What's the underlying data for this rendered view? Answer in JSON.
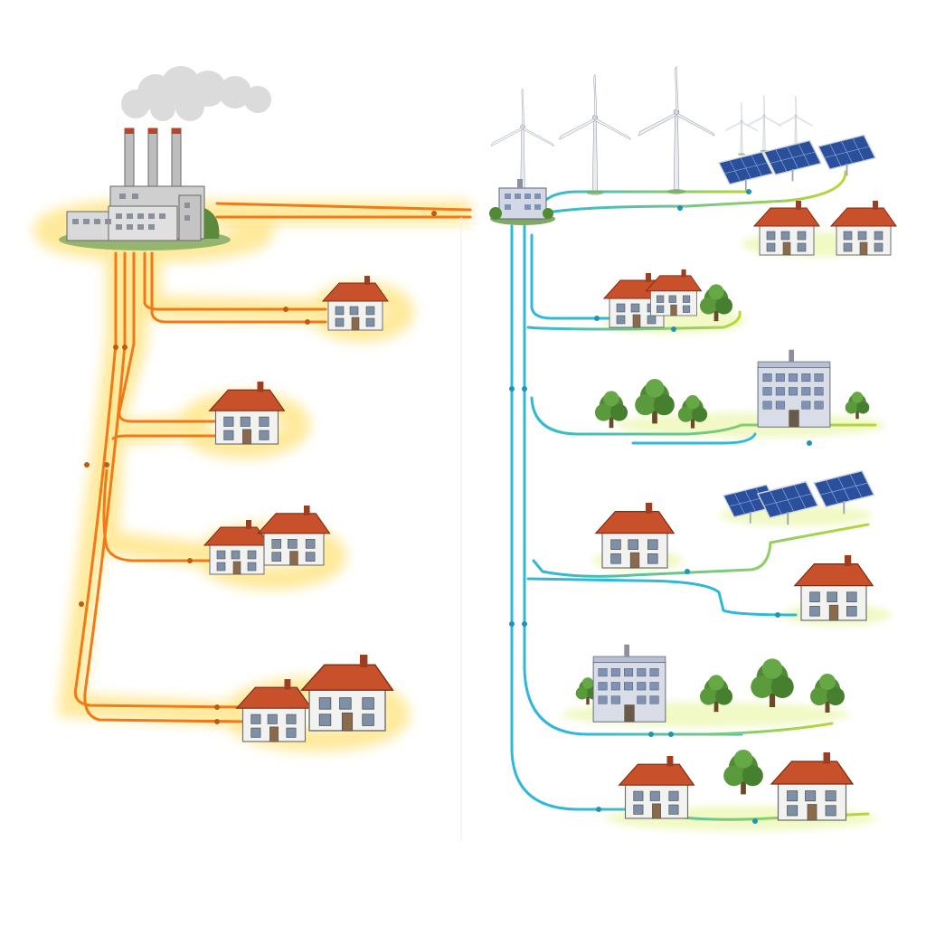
{
  "diagram": {
    "left_network": {
      "source": {
        "icon": "power-plant-icon",
        "chimneys": 3,
        "emitting_smoke": true
      },
      "line_color": "#f07a1a",
      "glow_color": "#ffd84a",
      "branches": [
        {
          "name": "branch-1",
          "destination": "house",
          "houses": 1
        },
        {
          "name": "branch-2",
          "destination": "house",
          "houses": 1
        },
        {
          "name": "branch-3",
          "destination": "houses",
          "houses": 2
        },
        {
          "name": "branch-4",
          "destination": "houses",
          "houses": 2
        }
      ]
    },
    "right_network": {
      "sources": [
        {
          "icon": "wind-turbine-icon",
          "count": 6
        },
        {
          "icon": "solar-panel-icon",
          "count": 3
        }
      ],
      "hub": {
        "icon": "substation-icon"
      },
      "line_color": "#2fb8d8",
      "line_color_secondary": "#b8d832",
      "branches": [
        {
          "name": "branch-top",
          "destination": "houses",
          "houses": 2
        },
        {
          "name": "branch-1",
          "destination": "houses",
          "houses": 2,
          "trees": 1
        },
        {
          "name": "branch-2",
          "destination": "apartment-building",
          "trees": 4
        },
        {
          "name": "branch-3",
          "destination": "solar-array",
          "panels": 3
        },
        {
          "name": "branch-4",
          "destination": "house",
          "houses": 1
        },
        {
          "name": "branch-5",
          "destination": "house",
          "houses": 1
        },
        {
          "name": "branch-6",
          "destination": "apartment-building",
          "trees": 4
        },
        {
          "name": "branch-7",
          "destination": "houses",
          "houses": 2,
          "trees": 1
        }
      ]
    }
  }
}
